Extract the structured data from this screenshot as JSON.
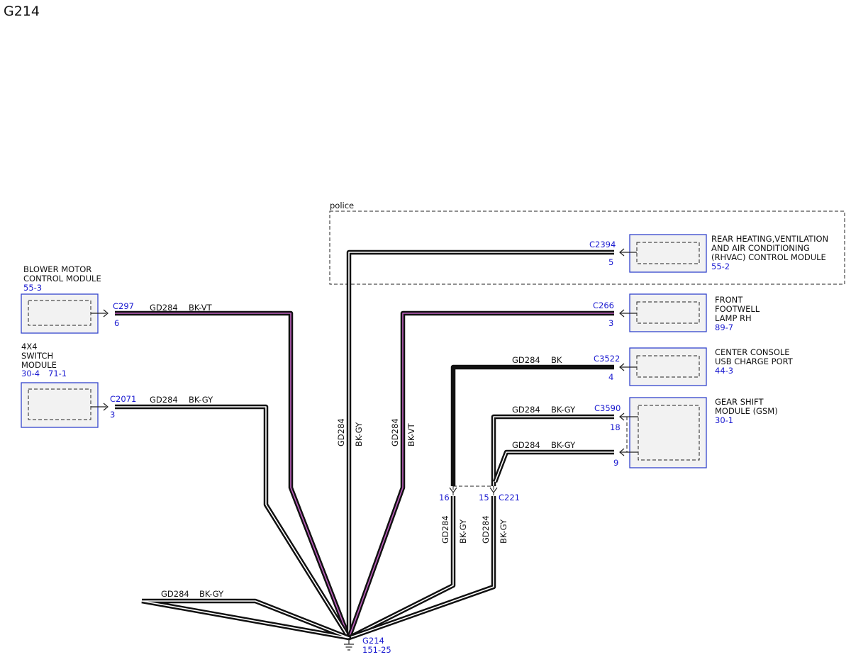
{
  "title": "G214",
  "police_label": "police",
  "components": {
    "blower": {
      "line1": "BLOWER MOTOR",
      "line2": "CONTROL MODULE",
      "ref": "55-3"
    },
    "switch4x4": {
      "line1": "4X4",
      "line2": "SWITCH",
      "line3": "MODULE",
      "ref1": "30-4",
      "ref2": "71-1"
    },
    "rhvac": {
      "line1": "REAR HEATING,VENTILATION",
      "line2": "AND AIR CONDITIONING",
      "line3": "(RHVAC) CONTROL MODULE",
      "ref": "55-2"
    },
    "footwell": {
      "line1": "FRONT",
      "line2": "FOOTWELL",
      "line3": "LAMP RH",
      "ref": "89-7"
    },
    "usb": {
      "line1": "CENTER CONSOLE",
      "line2": "USB CHARGE PORT",
      "ref": "44-3"
    },
    "gsm": {
      "line1": "GEAR SHIFT",
      "line2": "MODULE (GSM)",
      "ref": "30-1"
    }
  },
  "connectors": {
    "c297": {
      "name": "C297",
      "pin": "6"
    },
    "c2071": {
      "name": "C2071",
      "pin": "3"
    },
    "c2394": {
      "name": "C2394",
      "pin": "5"
    },
    "c266": {
      "name": "C266",
      "pin": "3"
    },
    "c3522": {
      "name": "C3522",
      "pin": "4"
    },
    "c3590": {
      "name": "C3590",
      "pin_a": "18",
      "pin_b": "9"
    },
    "c221": {
      "name": "C221",
      "pin_a": "16",
      "pin_b": "15"
    }
  },
  "wires": {
    "blower": {
      "circuit": "GD284",
      "color": "BK-VT"
    },
    "switch4x4": {
      "circuit": "GD284",
      "color": "BK-GY"
    },
    "rhvac": {
      "circuit": "GD284",
      "color": "BK-GY"
    },
    "footwell": {
      "circuit": "GD284",
      "color": "BK-VT"
    },
    "usb": {
      "circuit": "GD284",
      "color": "BK"
    },
    "gsm18": {
      "circuit": "GD284",
      "color": "BK-GY"
    },
    "gsm9": {
      "circuit": "GD284",
      "color": "BK-GY"
    },
    "c221_16": {
      "circuit": "GD284",
      "color": "BK-GY"
    },
    "c221_15": {
      "circuit": "GD284",
      "color": "BK-GY"
    },
    "left": {
      "circuit": "GD284",
      "color": "BK-GY"
    }
  },
  "ground": {
    "name": "G214",
    "ref": "151-25"
  },
  "colors": {
    "connector_text": "#1a1ad0",
    "component_border": "#3344cc",
    "violet_stripe": "#c060c0",
    "gray_stripe": "#ffffff"
  }
}
